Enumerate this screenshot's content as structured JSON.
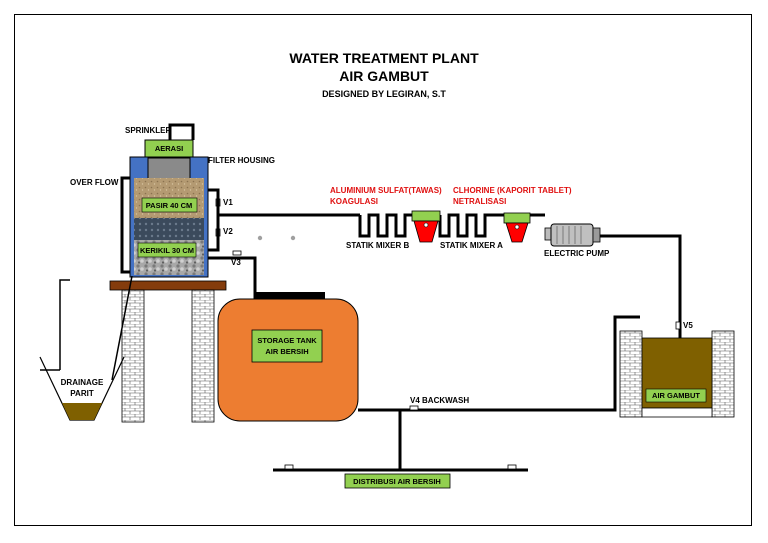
{
  "header": {
    "title_line1": "WATER TREATMENT PLANT",
    "title_line2": "AIR GAMBUT",
    "designer": "DESIGNED BY LEGIRAN, S.T"
  },
  "filter": {
    "sprinkler": "SPRINKLER",
    "aerasi": "AERASI",
    "filter_housing": "FILTER HOUSING",
    "overflow": "OVER FLOW",
    "pasir": "PASIR 40 CM",
    "kerikil": "KERIKIL 30 CM"
  },
  "valves": {
    "v1": "V1",
    "v2": "V2",
    "v3": "V3",
    "v4": "V4  BACKWASH",
    "v5": "V5"
  },
  "chemicals": {
    "aluminium": "ALUMINIUM SULFAT(TAWAS)",
    "koagulasi": "KOAGULASI",
    "chlorine": "CLHORINE (KAPORIT TABLET)",
    "netralisasi": "NETRALISASI"
  },
  "mixers": {
    "mixer_b": "STATIK MIXER B",
    "mixer_a": "STATIK MIXER A"
  },
  "pump": {
    "label": "ELECTRIC PUMP"
  },
  "storage": {
    "line1": "STORAGE TANK",
    "line2": "AIR BERSIH"
  },
  "drainage": {
    "line1": "DRAINAGE",
    "line2": "PARIT"
  },
  "source": {
    "label": "AIR GAMBUT"
  },
  "distribution": {
    "label": "DISTRIBUSI AIR BERSIH"
  },
  "colors": {
    "tank_orange": "#ed7d31",
    "label_green": "#92d050",
    "peat_water": "#7f6000",
    "filter_blue": "#4472c4",
    "dosing_red": "#ff0000",
    "wood": "#843c0c"
  }
}
